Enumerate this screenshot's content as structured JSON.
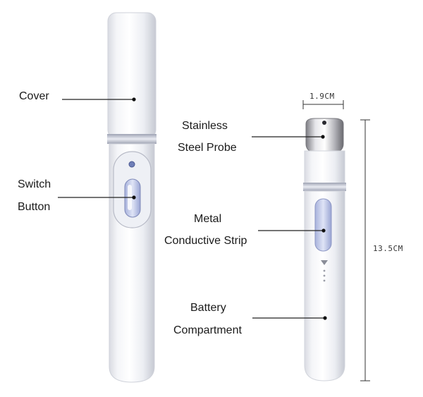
{
  "callouts": {
    "cover": "Cover",
    "switch_button": [
      "Switch",
      "Button"
    ],
    "stainless_steel_probe": [
      "Stainless",
      "Steel Probe"
    ],
    "metal_conductive_strip": [
      "Metal",
      "Conductive Strip"
    ],
    "battery_compartment": [
      "Battery",
      "Compartment"
    ]
  },
  "dimensions": {
    "width": "1.9CM",
    "length": "13.5CM"
  },
  "colors": {
    "body_white": "#f2f3f7",
    "shadow_gray": "#c8cad2",
    "button_blue": "#b9c2e6",
    "probe_silver": "#d8d8dc",
    "leader_line": "#222222"
  }
}
